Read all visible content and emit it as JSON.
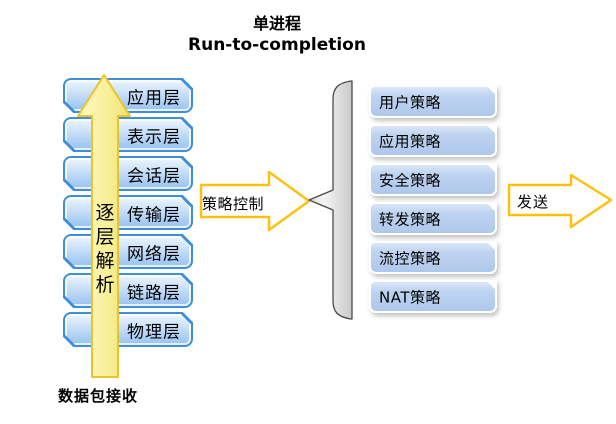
{
  "title": {
    "line1": "单进程",
    "line2": "Run-to-completion"
  },
  "left_stack": {
    "layers": [
      "应用层",
      "表示层",
      "会话层",
      "传输层",
      "网络层",
      "链路层",
      "物理层"
    ],
    "up_arrow_label": "逐层解析",
    "bottom_label": "数据包接收"
  },
  "middle": {
    "arrow_label": "策略控制"
  },
  "right_stack": {
    "policies": [
      "用户策略",
      "应用策略",
      "安全策略",
      "转发策略",
      "流控策略",
      "NAT策略"
    ]
  },
  "output": {
    "arrow_label": "发送"
  },
  "colors": {
    "layer_box_border": "#3F8ED8",
    "layer_box_fill_top": "#EDF6FE",
    "layer_box_fill_bottom": "#9AC3F0",
    "policy_box_fill": "#AEC8EC",
    "arrow_outline_yellow": "#FFC010",
    "up_arrow_fill": "#F6EC86",
    "brace_fill": "#E9E9E9",
    "text": "#000000"
  }
}
